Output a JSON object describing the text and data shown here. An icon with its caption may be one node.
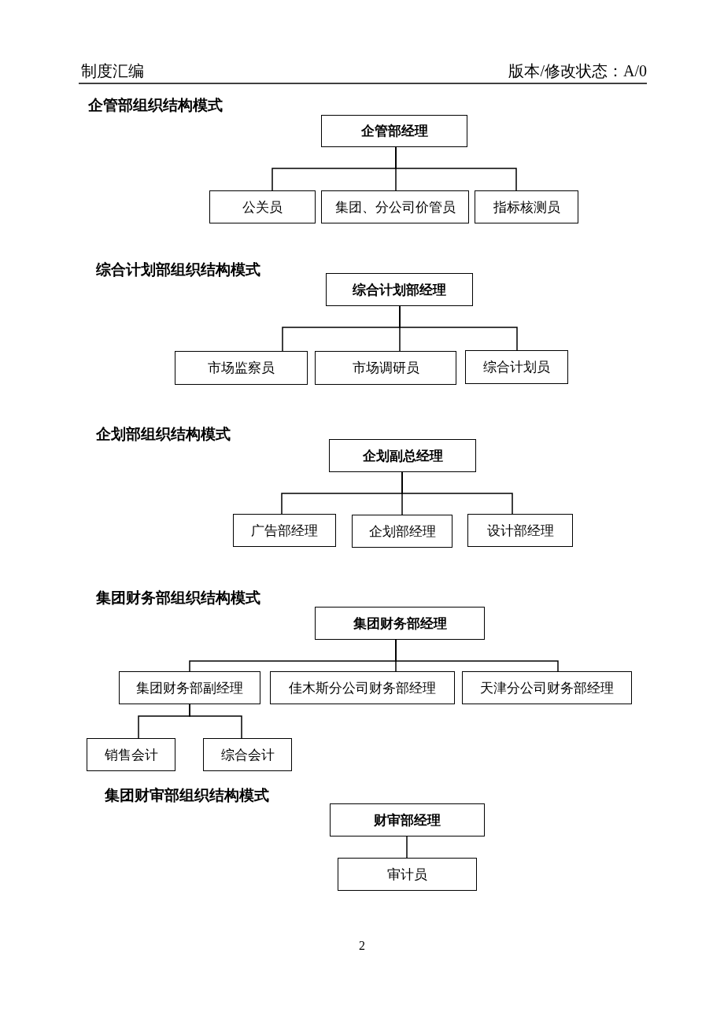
{
  "diagram": {
    "nodes": [
      {
        "text": [
          "企管部经理"
        ]
      },
      {
        "text": [
          "公关员"
        ]
      },
      {
        "text": [
          "集团、分公司价管员"
        ]
      },
      {
        "text": [
          "指标核测员"
        ]
      },
      {
        "text": [
          "综合计划部经理"
        ]
      },
      {
        "text": [
          "市场监察员"
        ]
      },
      {
        "text": [
          "市场调研员"
        ]
      },
      {
        "text": [
          "综合计划员"
        ]
      },
      {
        "text": [
          "企划副总经理"
        ]
      },
      {
        "text": [
          "广告部经理"
        ]
      },
      {
        "text": [
          "企划部经理"
        ]
      },
      {
        "text": [
          "设计部经理"
        ]
      },
      {
        "text": [
          "集团财务部经理"
        ]
      },
      {
        "text": [
          "集团财务部副经理"
        ]
      },
      {
        "text": [
          "佳木斯分公司财务部经理"
        ]
      },
      {
        "text": [
          "天津分公司财务部经理"
        ]
      },
      {
        "text": [
          "销售会计"
        ]
      },
      {
        "text": [
          "综合会计"
        ]
      },
      {
        "text": [
          "财审部经理"
        ]
      },
      {
        "text": [
          "审计员"
        ]
      }
    ],
    "edges": [
      {
        "from": 0,
        "to": 1,
        "arrow": "none"
      },
      {
        "from": 0,
        "to": 2,
        "arrow": "none"
      },
      {
        "from": 0,
        "to": 3,
        "arrow": "none"
      },
      {
        "from": 4,
        "to": 5,
        "arrow": "none"
      },
      {
        "from": 4,
        "to": 6,
        "arrow": "none"
      },
      {
        "from": 4,
        "to": 7,
        "arrow": "none"
      },
      {
        "from": 8,
        "to": 9,
        "arrow": "none"
      },
      {
        "from": 8,
        "to": 10,
        "arrow": "none"
      },
      {
        "from": 8,
        "to": 11,
        "arrow": "none"
      },
      {
        "from": 12,
        "to": 13,
        "arrow": "none"
      },
      {
        "from": 12,
        "to": 14,
        "arrow": "none"
      },
      {
        "from": 12,
        "to": 15,
        "arrow": "none"
      },
      {
        "from": 13,
        "to": 16,
        "arrow": "none"
      },
      {
        "from": 13,
        "to": 17,
        "arrow": "none"
      },
      {
        "from": 18,
        "to": 19,
        "arrow": "none"
      }
    ],
    "labels": [
      "制度汇编",
      "版本/修改状态：A/0",
      "企管部组织结构模式",
      "综合计划部组织结构模式",
      "企划部组织结构模式",
      "集团财务部组织结构模式",
      "集团财审部组织结构模式",
      "2"
    ]
  }
}
